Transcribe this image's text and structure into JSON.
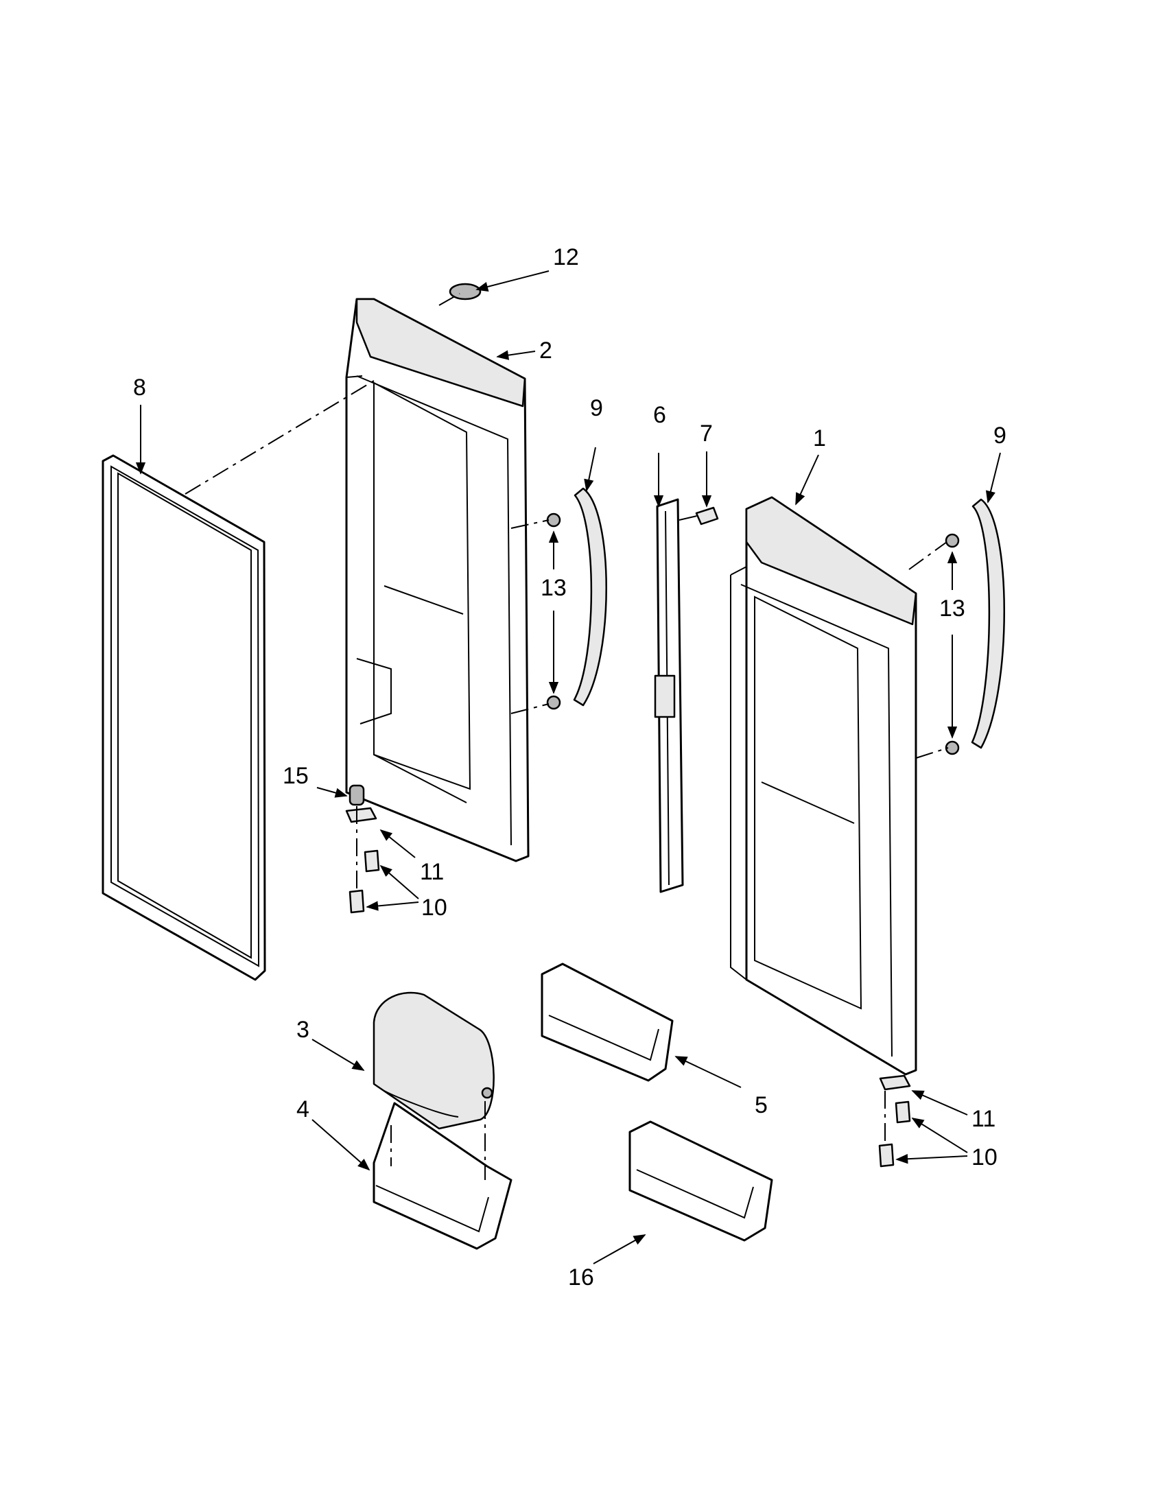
{
  "callouts": {
    "c1": "1",
    "c2": "2",
    "c3": "3",
    "c4": "4",
    "c5": "5",
    "c6": "6",
    "c7": "7",
    "c8": "8",
    "c9a": "9",
    "c9b": "9",
    "c10a": "10",
    "c10b": "10",
    "c11a": "11",
    "c11b": "11",
    "c12": "12",
    "c13a": "13",
    "c13b": "13",
    "c15": "15",
    "c16": "16"
  },
  "colors": {
    "line": "#000000",
    "background": "#ffffff",
    "shade": "#e8e8e8"
  }
}
